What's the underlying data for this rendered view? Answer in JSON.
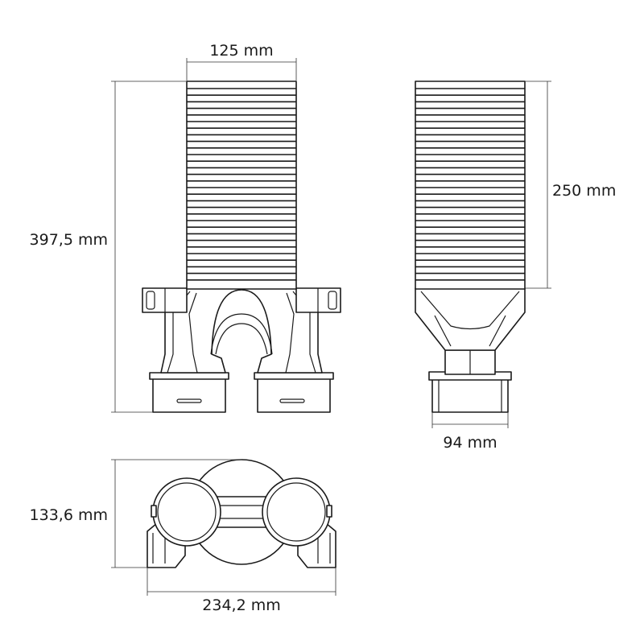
{
  "dimensions": {
    "top_width": "125 mm",
    "total_height": "397,5 mm",
    "side_height": "250 mm",
    "side_width": "94 mm",
    "plan_depth": "133,6 mm",
    "plan_width": "234,2 mm"
  },
  "colors": {
    "line": "#1a1a1a",
    "background": "#ffffff"
  }
}
